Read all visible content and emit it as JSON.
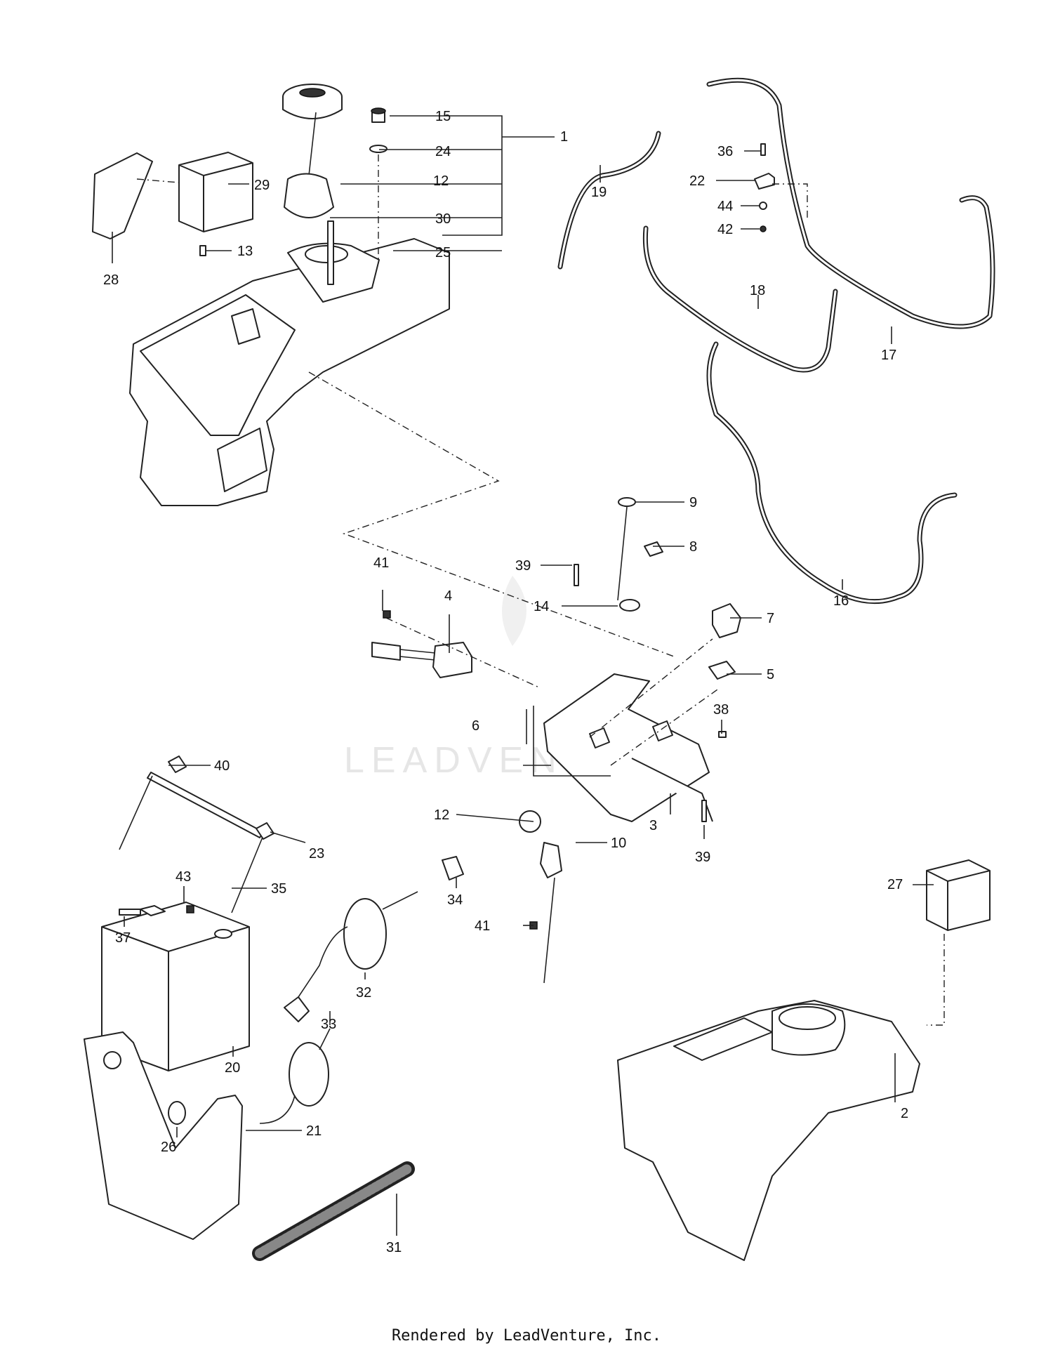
{
  "watermark": "LEADVENTURE",
  "footer": "Rendered by LeadVenture, Inc.",
  "callouts": [
    "1",
    "2",
    "3",
    "4",
    "5",
    "6",
    "7",
    "8",
    "9",
    "10",
    "12",
    "12",
    "13",
    "14",
    "15",
    "16",
    "17",
    "18",
    "19",
    "20",
    "21",
    "22",
    "23",
    "24",
    "25",
    "26",
    "27",
    "28",
    "29",
    "30",
    "31",
    "32",
    "33",
    "34",
    "35",
    "36",
    "37",
    "38",
    "39",
    "39",
    "40",
    "41",
    "41",
    "42",
    "43",
    "44"
  ]
}
